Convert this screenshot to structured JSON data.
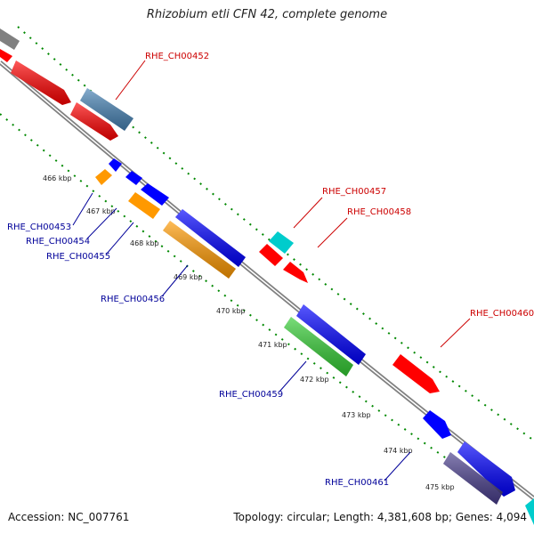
{
  "title": "Rhizobium etli CFN 42, complete genome",
  "footer": {
    "accession": "Accession: NC_007761",
    "summary": "Topology: circular; Length: 4,381,608 bp; Genes: 4,094"
  },
  "colors": {
    "backbone": "#808080",
    "red": "#ff0000",
    "steel": "#4682b4",
    "orange": "#ff9900",
    "blue": "#0000ff",
    "cyan": "#00cccc",
    "green": "#33cc33",
    "slate": "#483d8b",
    "gray": "#808080",
    "dots": "#008800",
    "label_red": "#cc0000",
    "label_blue": "#000099"
  },
  "ticks": [
    "466 kbp",
    "467 kbp",
    "468 kbp",
    "469 kbp",
    "470 kbp",
    "471 kbp",
    "472 kbp",
    "473 kbp",
    "474 kbp",
    "475 kbp"
  ],
  "labels": [
    {
      "text": "RHE_CH00452",
      "color": "red"
    },
    {
      "text": "RHE_CH00457",
      "color": "red"
    },
    {
      "text": "RHE_CH00458",
      "color": "red"
    },
    {
      "text": "RHE_CH00460",
      "color": "red"
    },
    {
      "text": "RHE_CH00453",
      "color": "blue"
    },
    {
      "text": "RHE_CH00454",
      "color": "blue"
    },
    {
      "text": "RHE_CH00455",
      "color": "blue"
    },
    {
      "text": "RHE_CH00456",
      "color": "blue"
    },
    {
      "text": "RHE_CH00459",
      "color": "blue"
    },
    {
      "text": "RHE_CH00461",
      "color": "blue"
    }
  ]
}
